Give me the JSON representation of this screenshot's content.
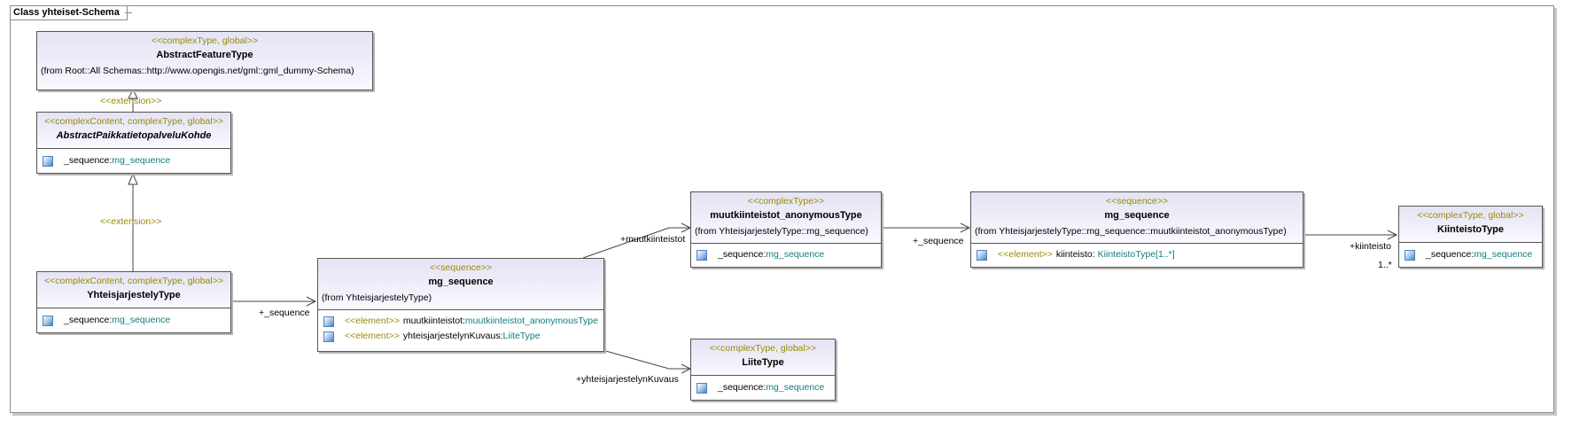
{
  "frame": {
    "title": "Class yhteiset-Schema"
  },
  "classes": {
    "abstract_feature_type": {
      "stereotype": "<<complexType, global>>",
      "name": "AbstractFeatureType",
      "from": "(from Root::All Schemas::http://www.opengis.net/gml::gml_dummy-Schema)"
    },
    "abstract_paikkatieto": {
      "stereotype": "<<complexContent, complexType, global>>",
      "name": "AbstractPaikkatietopalveluKohde",
      "attr_name": "_sequence:",
      "attr_type": "mg_sequence"
    },
    "yhteisjarjestely_type": {
      "stereotype": "<<complexContent, complexType, global>>",
      "name": "YhteisjarjestelyType",
      "attr_name": "_sequence:",
      "attr_type": "mg_sequence"
    },
    "mg_sequence_1": {
      "stereotype": "<<sequence>>",
      "name": "mg_sequence",
      "from": "(from YhteisjarjestelyType)",
      "attrs": [
        {
          "stereotype": "<<element>>",
          "name": "muutkiinteistot:",
          "type": "muutkiinteistot_anonymousType"
        },
        {
          "stereotype": "<<element>>",
          "name": "yhteisjarjestelynKuvaus:",
          "type": "LiiteType"
        }
      ]
    },
    "muutkiinteistot_anonymous": {
      "stereotype": "<<complexType>>",
      "name": "muutkiinteistot_anonymousType",
      "from": "(from YhteisjarjestelyType::mg_sequence)",
      "attr_name": "_sequence:",
      "attr_type": "mg_sequence"
    },
    "liite_type": {
      "stereotype": "<<complexType, global>>",
      "name": "LiiteType",
      "attr_name": "_sequence:",
      "attr_type": "mg_sequence"
    },
    "mg_sequence_2": {
      "stereotype": "<<sequence>>",
      "name": "mg_sequence",
      "from": "(from YhteisjarjestelyType::mg_sequence::muutkiinteistot_anonymousType)",
      "attr_stereotype": "<<element>>",
      "attr_name": "kiinteisto:",
      "attr_type": "KiinteistoType[1..*]"
    },
    "kiinteisto_type": {
      "stereotype": "<<complexType, global>>",
      "name": "KiinteistoType",
      "attr_name": "_sequence:",
      "attr_type": "mg_sequence"
    }
  },
  "connectors": {
    "extension_top": "<<extension>>",
    "extension_mid": "<<extension>>",
    "role_sequence_1": "+_sequence",
    "role_muutkiinteistot": "+muutkiinteistot",
    "role_yhteisjarjestelynkuvaus": "+yhteisjarjestelynKuvaus",
    "role_sequence_2": "+_sequence",
    "role_kiinteisto": "+kiinteisto",
    "mult_kiinteisto": "1..*"
  },
  "colors": {
    "stereotype": "#9a8a00",
    "type_link": "#0f7d7d",
    "header_gradient_top": "#e3e3f4",
    "border": "#555555"
  }
}
